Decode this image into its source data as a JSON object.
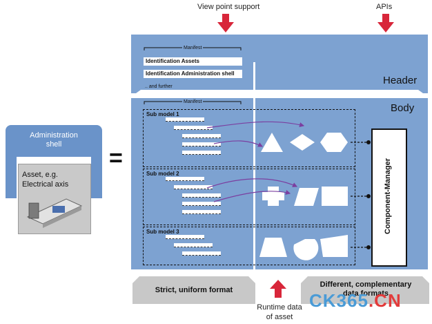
{
  "top_labels": {
    "viewpoint": "View point support",
    "apis": "APIs"
  },
  "admin_shell": {
    "title": "Administration shell",
    "asset": "Asset, e.g. Electrical axis"
  },
  "equals": "=",
  "header": {
    "label": "Header",
    "manifest": "Manifest",
    "identification_assets": "Identification Assets",
    "identification_admin": "Identification Administration shell",
    "further": ".. and further"
  },
  "body": {
    "label": "Body",
    "manifest": "Manifest",
    "submodels": [
      "Sub model 1",
      "Sub model 2",
      "Sub model 3"
    ]
  },
  "component_manager": "Component-Manager",
  "bottom": {
    "strict": "Strict, uniform format",
    "different": "Different, complementary data formats",
    "runtime": "Runtime data of asset"
  },
  "watermark": {
    "blue": "CK365",
    "red": ".CN"
  },
  "colors": {
    "panel": "#7da2d1",
    "shell": "#6a93c9",
    "arrow": "#d8263a",
    "connector": "#7b3fa0",
    "grey": "#c8c8c8"
  }
}
